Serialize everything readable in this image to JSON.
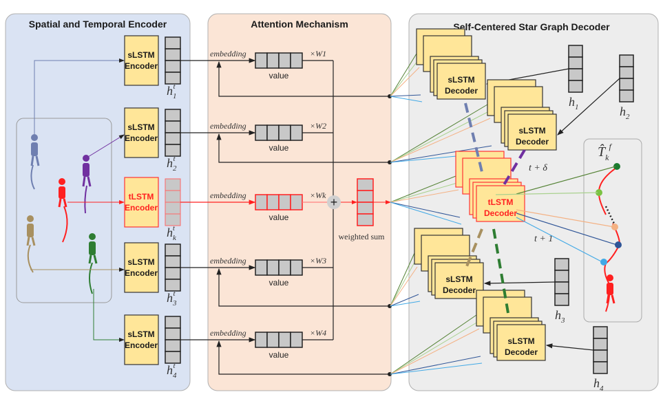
{
  "panels": {
    "encoder_title": "Spatial and Temporal Encoder",
    "attention_title": "Attention Mechanism",
    "decoder_title": "Self-Centered Star Graph Decoder"
  },
  "encoders": [
    {
      "line1": "sLSTM",
      "line2": "Encoder",
      "hidden": "h",
      "sub": "1",
      "sup": "t",
      "color": "#6f7fb0"
    },
    {
      "line1": "sLSTM",
      "line2": "Encoder",
      "hidden": "h",
      "sub": "2",
      "sup": "t",
      "color": "#7030a0"
    },
    {
      "line1": "tLSTM",
      "line2": "Encoder",
      "hidden": "h",
      "sub": "k",
      "sup": "t",
      "color": "#ff2020"
    },
    {
      "line1": "sLSTM",
      "line2": "Encoder",
      "hidden": "h",
      "sub": "3",
      "sup": "t",
      "color": "#a89060"
    },
    {
      "line1": "sLSTM",
      "line2": "Encoder",
      "hidden": "h",
      "sub": "4",
      "sup": "t",
      "color": "#2e7d32"
    }
  ],
  "attention": {
    "embedding": "embedding",
    "value": "value",
    "weights": [
      "×W1",
      "×W2",
      "×Wk",
      "×W3",
      "×W4"
    ],
    "weighted_sum": "weighted sum",
    "plus": "+"
  },
  "decoders": [
    {
      "line1": "sLSTM",
      "line2": "Decoder",
      "hidden_sub": "1"
    },
    {
      "line1": "sLSTM",
      "line2": "Decoder",
      "hidden_sub": "2"
    },
    {
      "line1": "tLSTM",
      "line2": "Decoder"
    },
    {
      "line1": "sLSTM",
      "line2": "Decoder",
      "hidden_sub": "3"
    },
    {
      "line1": "sLSTM",
      "line2": "Decoder",
      "hidden_sub": "4"
    }
  ],
  "trajectory": {
    "label": "T̂",
    "sub": "k",
    "sup": "f",
    "t_delta": "t + δ",
    "t_one": "t + 1"
  },
  "colors": {
    "encoder_bg": "#dae3f3",
    "attention_bg": "#fbe5d6",
    "decoder_bg": "#ededed",
    "box": "#ffe699",
    "target": "#ff2020"
  }
}
